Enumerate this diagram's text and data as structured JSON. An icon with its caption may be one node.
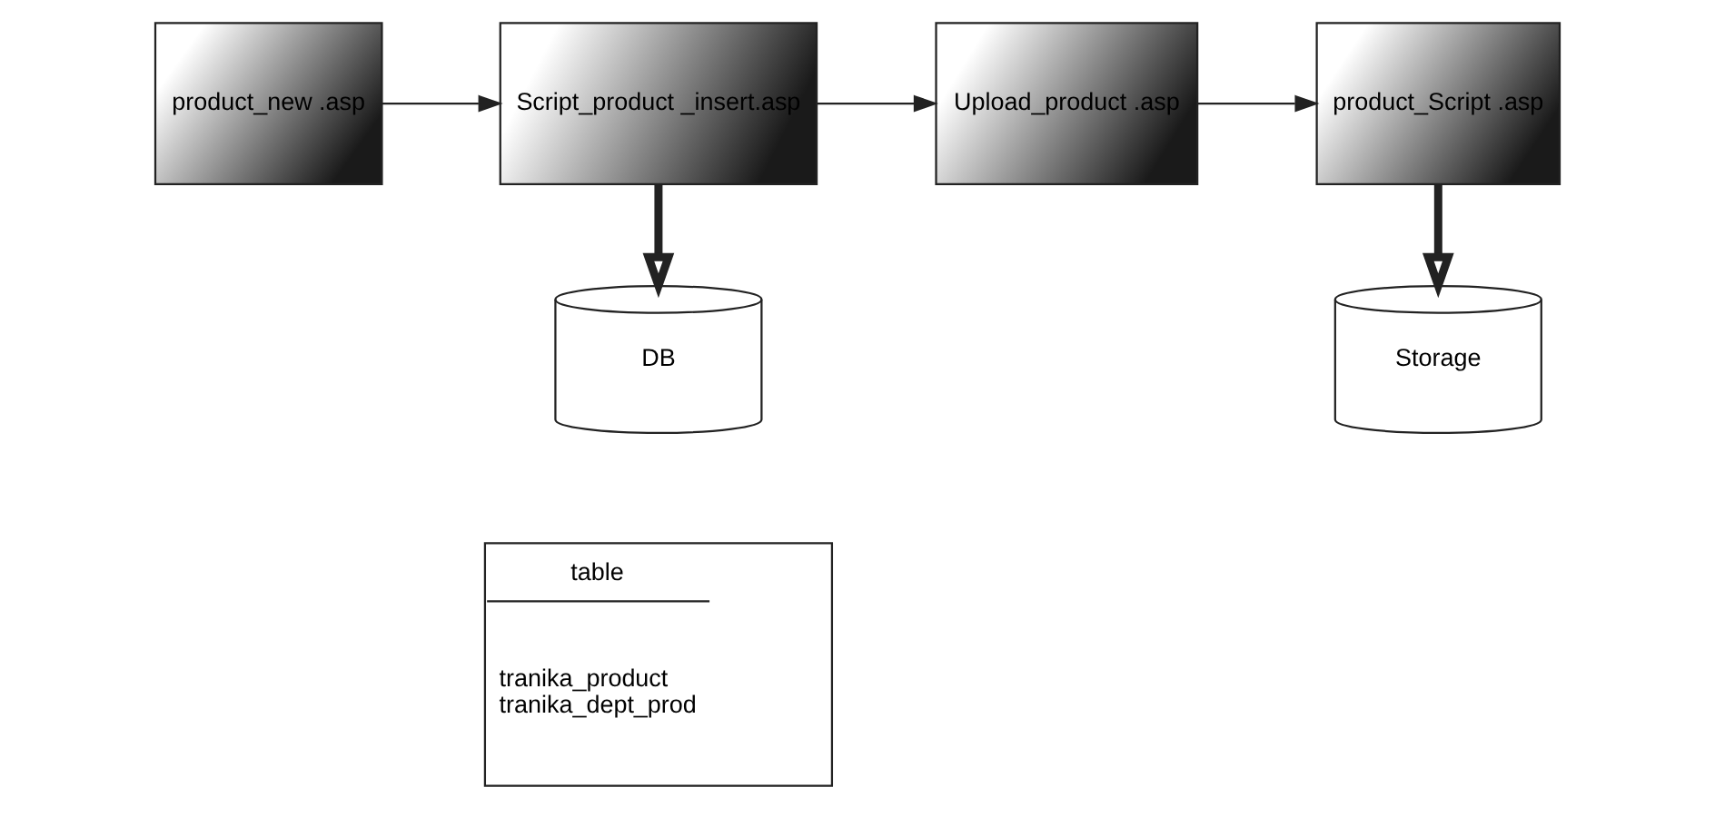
{
  "diagram": {
    "nodes": [
      {
        "text": [
          "product_new .asp"
        ]
      },
      {
        "text": [
          "Script_product _insert.asp"
        ]
      },
      {
        "text": [
          "Upload_product .asp"
        ]
      },
      {
        "text": [
          "product_Script .asp"
        ]
      },
      {
        "text": [
          "DB"
        ]
      },
      {
        "text": [
          "table",
          "tranika_product",
          "tranika_dept_prod"
        ]
      },
      {
        "text": [
          "Storage"
        ]
      }
    ],
    "edges": [
      {
        "from": 0,
        "to": 1,
        "arrow": "to"
      },
      {
        "from": 1,
        "to": 2,
        "arrow": "to"
      },
      {
        "from": 2,
        "to": 3,
        "arrow": "to"
      },
      {
        "from": 1,
        "to": 4,
        "arrow": "to",
        "style": "thick"
      },
      {
        "from": 3,
        "to": 6,
        "arrow": "to",
        "style": "thick"
      }
    ]
  }
}
